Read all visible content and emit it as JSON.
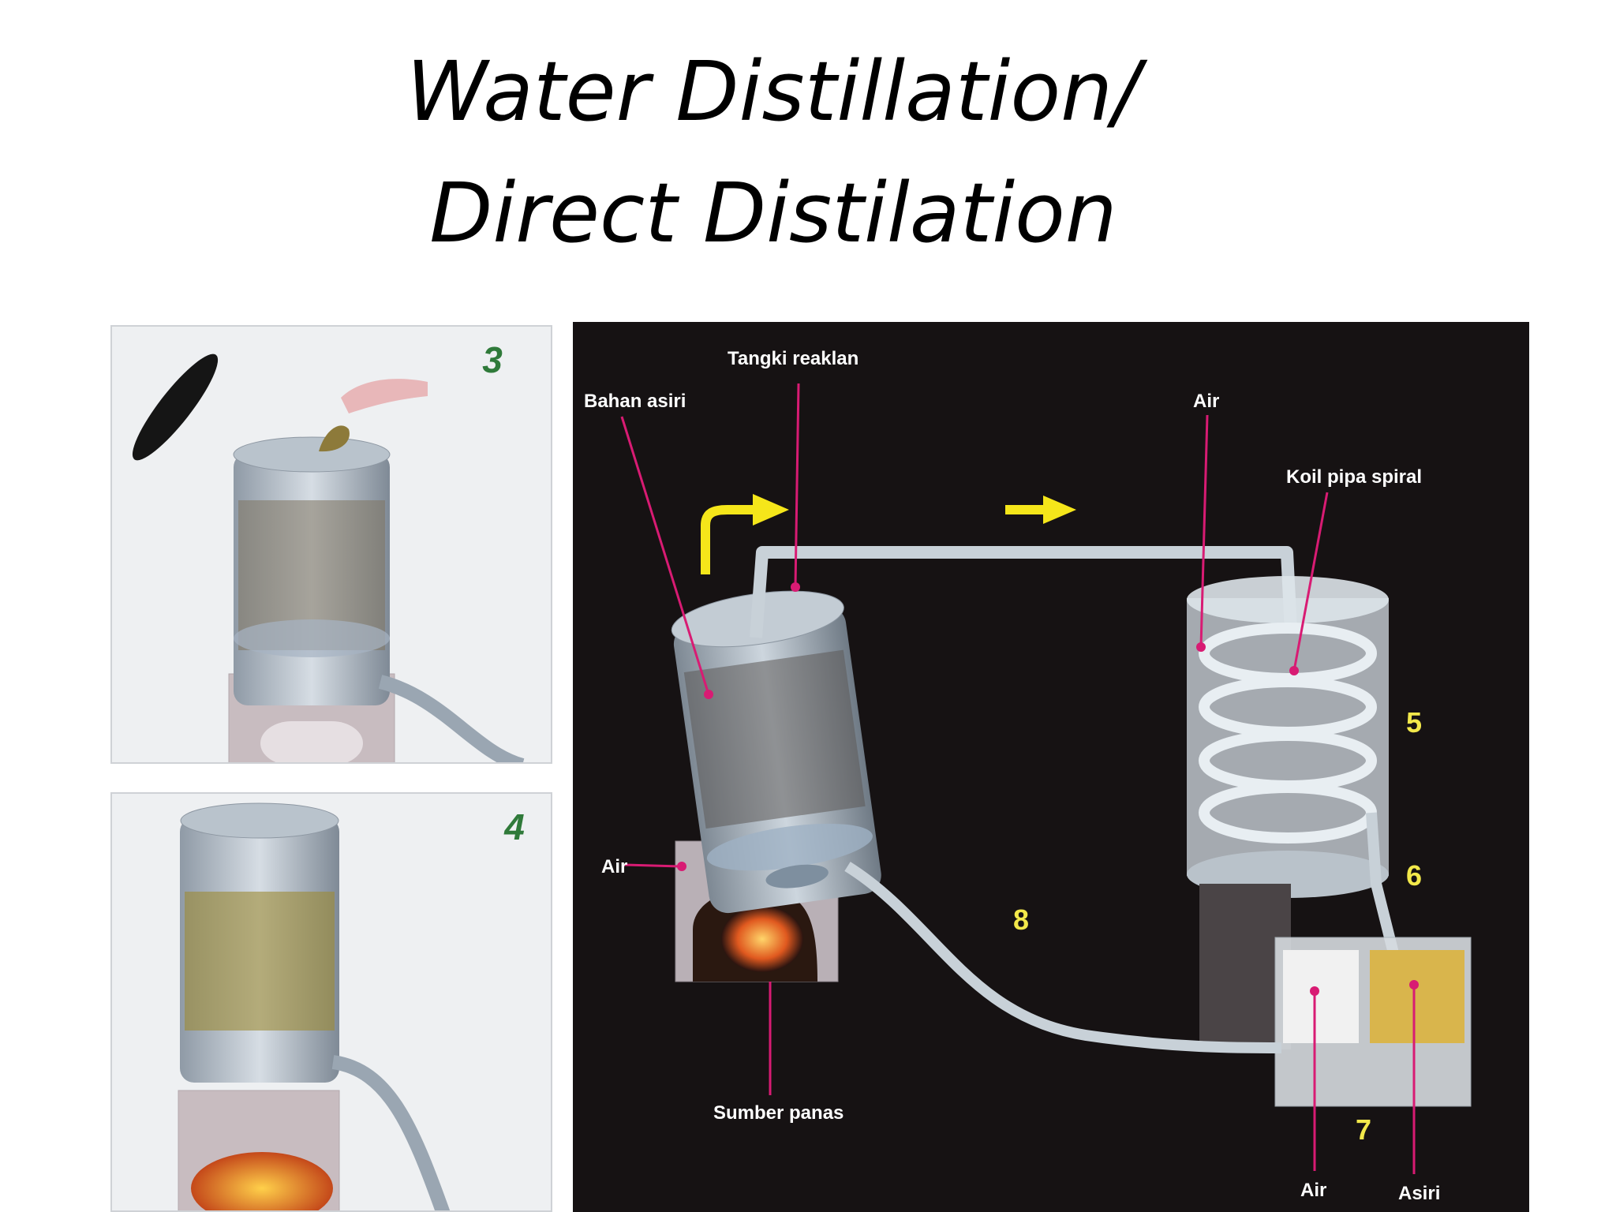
{
  "title": {
    "line1": "Water Distillation/",
    "line2": "Direct Distilation"
  },
  "panels": {
    "step3": "3",
    "step4": "4"
  },
  "labels": {
    "tangki": "Tangki reaklan",
    "bahan": "Bahan asiri",
    "air_top": "Air",
    "koil": "Koil pipa spiral",
    "air_tank": "Air",
    "sumber": "Sumber panas",
    "air_bottom": "Air",
    "asiri": "Asiri"
  },
  "numbers": {
    "n5": "5",
    "n6": "6",
    "n7": "7",
    "n8": "8"
  },
  "colors": {
    "arrow": "#f5e61a",
    "leader": "#d81b73",
    "background": "#161213"
  }
}
